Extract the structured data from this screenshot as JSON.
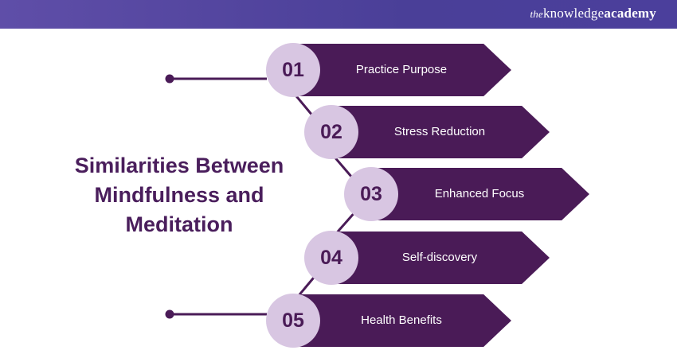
{
  "brand": {
    "prefix": "the",
    "knowledge": "knowledge",
    "academy": "academy"
  },
  "heading": {
    "line1": "Similarities Between",
    "line2": "Mindfulness and",
    "line3": "Meditation"
  },
  "steps": [
    {
      "number": "01",
      "label": "Practice Purpose"
    },
    {
      "number": "02",
      "label": "Stress Reduction"
    },
    {
      "number": "03",
      "label": "Enhanced Focus"
    },
    {
      "number": "04",
      "label": "Self-discovery"
    },
    {
      "number": "05",
      "label": "Health Benefits"
    }
  ],
  "colors": {
    "primary": "#4a1b57",
    "badge": "#d8c6e2",
    "heading": "#4a1e5c",
    "topbar": "#5a4aa4"
  }
}
